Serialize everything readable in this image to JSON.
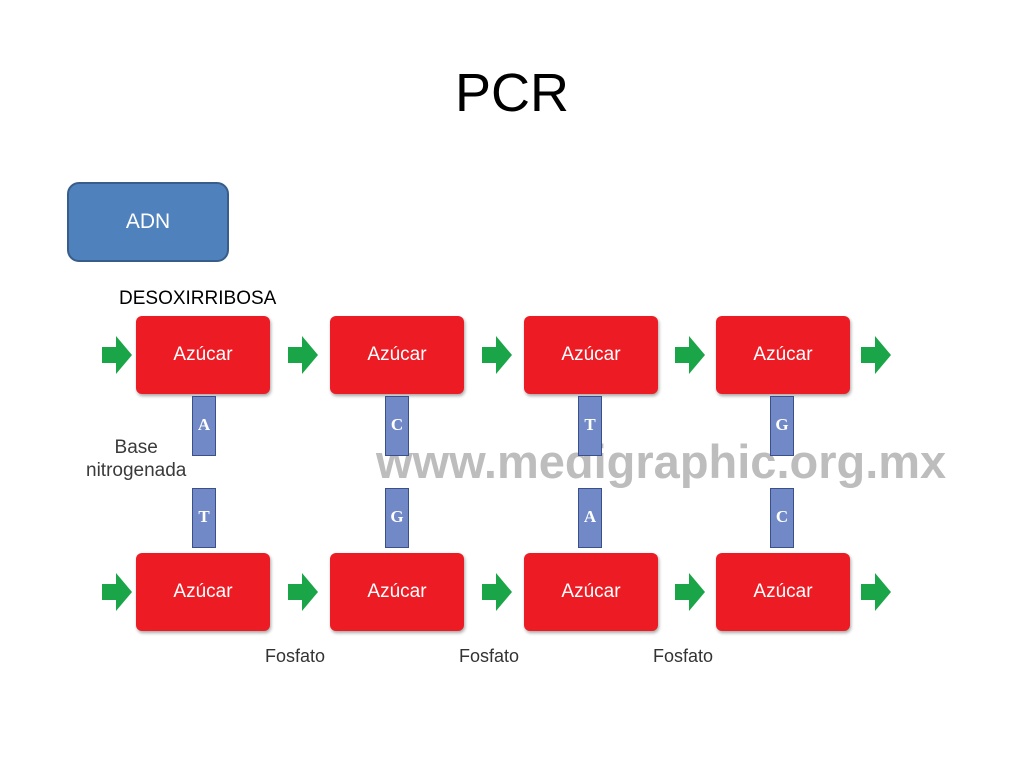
{
  "title": "PCR",
  "adn_box": {
    "label": "ADN"
  },
  "desoxirribosa_label": "DESOXIRRIBOSA",
  "base_label": {
    "line1": "Base",
    "line2": "nitrogenada"
  },
  "watermark": "www.medigraphic.org.mx",
  "top_strand": {
    "sugars": [
      "Azúcar",
      "Azúcar",
      "Azúcar",
      "Azúcar"
    ],
    "bases": [
      "A",
      "C",
      "T",
      "G"
    ]
  },
  "bottom_strand": {
    "sugars": [
      "Azúcar",
      "Azúcar",
      "Azúcar",
      "Azúcar"
    ],
    "bases": [
      "T",
      "G",
      "A",
      "C"
    ]
  },
  "phosphate_labels": [
    "Fosfato",
    "Fosfato",
    "Fosfato"
  ],
  "colors": {
    "sugar": "#ed1c24",
    "base": "#7289c8",
    "arrow": "#1aa648",
    "adn_box": "#4f81bd"
  }
}
